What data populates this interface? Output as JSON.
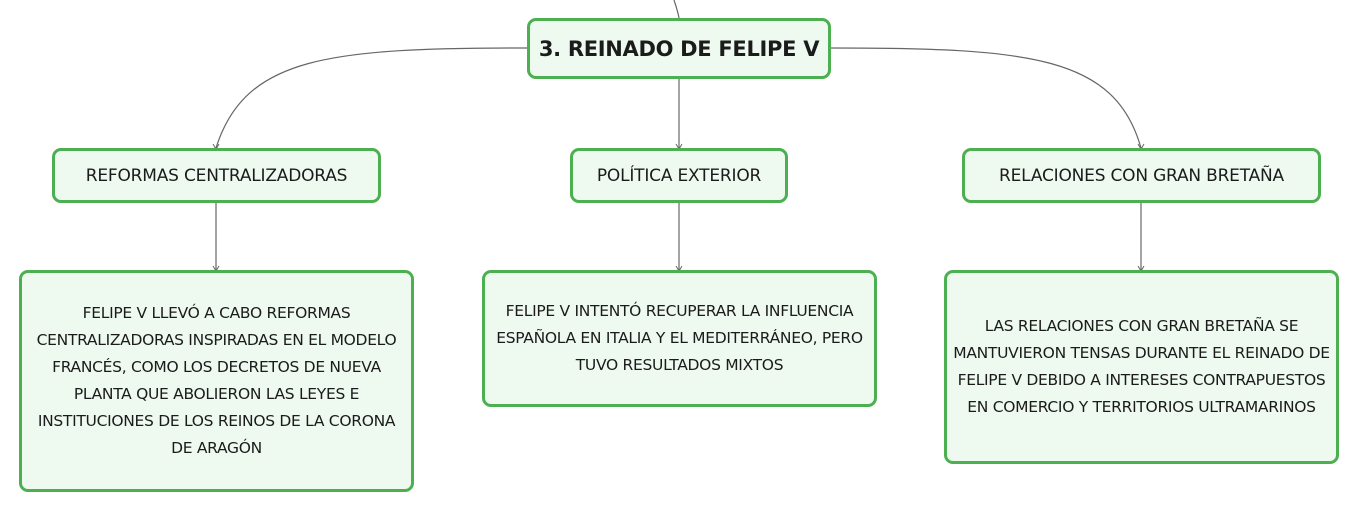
{
  "diagram": {
    "root": {
      "label": "3. REINADO DE FELIPE V"
    },
    "topics": [
      {
        "label": "REFORMAS CENTRALIZADORAS",
        "detail": "FELIPE V LLEVÓ A CABO REFORMAS CENTRALIZADORAS INSPIRADAS EN EL MODELO FRANCÉS, COMO LOS DECRETOS DE NUEVA PLANTA QUE ABOLIERON LAS LEYES E INSTITUCIONES DE LOS REINOS DE LA CORONA DE ARAGÓN"
      },
      {
        "label": "POLÍTICA EXTERIOR",
        "detail": "FELIPE V INTENTÓ RECUPERAR LA INFLUENCIA ESPAÑOLA EN ITALIA Y EL MEDITERRÁNEO, PERO TUVO RESULTADOS MIXTOS"
      },
      {
        "label": "RELACIONES CON GRAN BRETAÑA",
        "detail": "LAS RELACIONES CON GRAN BRETAÑA SE MANTUVIERON TENSAS DURANTE EL REINADO DE FELIPE V DEBIDO A INTERESES CONTRAPUESTOS EN COMERCIO Y TERRITORIOS ULTRAMARINOS"
      }
    ]
  },
  "colors": {
    "node_border": "#4caf50",
    "node_fill": "#eefaef",
    "connector": "#666666"
  }
}
